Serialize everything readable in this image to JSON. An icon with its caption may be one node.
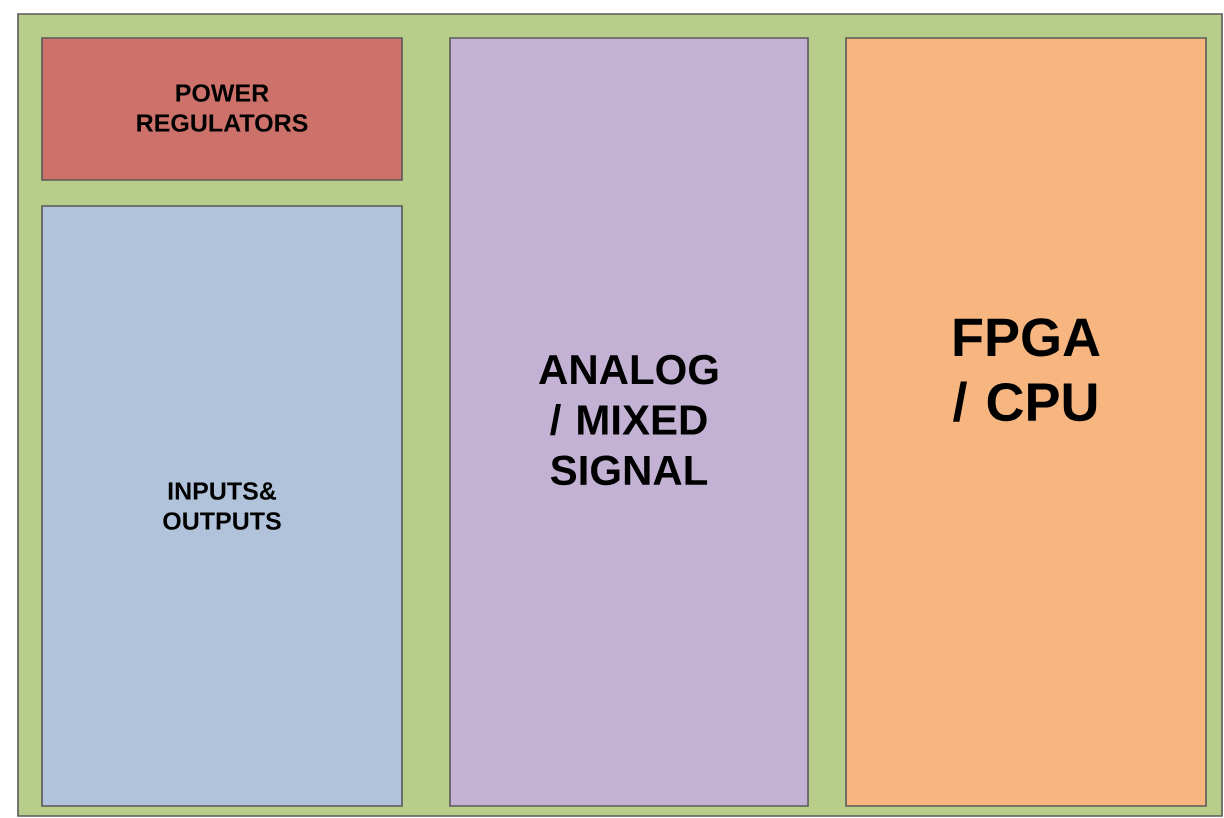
{
  "diagram": {
    "nodes": [
      {
        "text": [],
        "shape": "box"
      },
      {
        "text": [
          "POWER REGULATORS"
        ],
        "in": 0
      },
      {
        "text": [
          "INPUTS& OUTPUTS"
        ],
        "in": 0
      },
      {
        "text": [
          "ANALOG / MIXED SIGNAL"
        ],
        "in": 0
      },
      {
        "text": [
          "FPGA / CPU"
        ],
        "in": 0
      }
    ]
  }
}
